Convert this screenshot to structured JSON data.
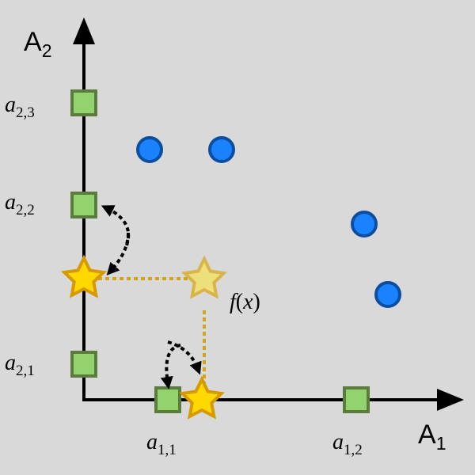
{
  "axes": {
    "x_label": {
      "main": "A",
      "sub": "1"
    },
    "y_label": {
      "main": "A",
      "sub": "2"
    }
  },
  "ticks": {
    "a11": {
      "main": "a",
      "sub": "1,1"
    },
    "a12": {
      "main": "a",
      "sub": "1,2"
    },
    "a21": {
      "main": "a",
      "sub": "2,1"
    },
    "a22": {
      "main": "a",
      "sub": "2,2"
    },
    "a23": {
      "main": "a",
      "sub": "2,3"
    }
  },
  "function_label": {
    "f": "f",
    "open": "(",
    "x": "x",
    "close": ")"
  },
  "colors": {
    "background": "#d9d9d9",
    "square_fill": "#92d36e",
    "square_stroke": "#5b7c3c",
    "circle_fill": "#1a82ff",
    "circle_stroke": "#0b4ea0",
    "star_fill": "#ffd800",
    "star_stroke": "#d69a00",
    "ghost_star_fill": "#ede07a",
    "ghost_star_stroke": "#d9b44a",
    "dotted_line": "#d6a21e"
  }
}
